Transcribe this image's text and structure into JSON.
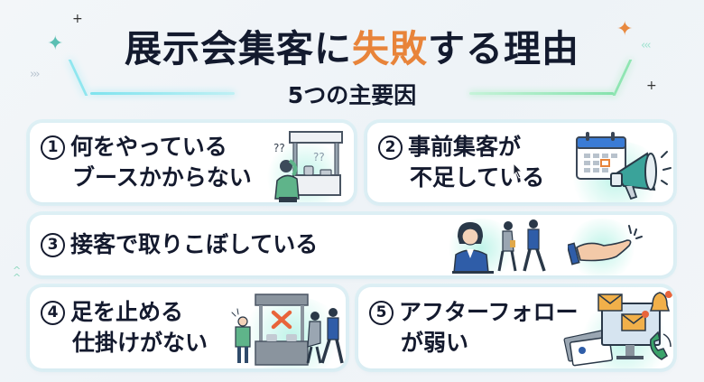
{
  "header": {
    "title_before": "展示会集客に",
    "title_accent": "失敗",
    "title_after": "する理由",
    "subtitle": "5つの主要因"
  },
  "colors": {
    "text": "#131a2e",
    "accent_orange": "#e8843a",
    "teal": "#5bbfb3",
    "card_bg": "#ffffff",
    "background": "#f1f5f8"
  },
  "decorations": {
    "sparkle_left": "✦",
    "sparkle_right": "✦",
    "plus": "+",
    "chevrons_left": "›››",
    "chevrons_right": "‹‹‹",
    "chevrons_up": "^"
  },
  "reasons": [
    {
      "number": "1",
      "line1": "何をやっている",
      "line2": "ブースかからない",
      "illustration": "confused-visitor-at-booth"
    },
    {
      "number": "2",
      "line1": "事前集客が",
      "line2": "不足している",
      "illustration": "calendar-and-megaphone"
    },
    {
      "number": "3",
      "line1": "接客で取りこぼしている",
      "line2": "",
      "illustration": "staff-visitors-walking-away-open-hand"
    },
    {
      "number": "4",
      "line1": "足を止める",
      "line2": "仕掛けがない",
      "illustration": "empty-booth-with-x-passersby"
    },
    {
      "number": "5",
      "line1": "アフターフォロー",
      "line2": "が弱い",
      "illustration": "business-cards-monitor-mail-phone-bell"
    }
  ],
  "booth_question_marks": "??",
  "person_question_marks": "??"
}
